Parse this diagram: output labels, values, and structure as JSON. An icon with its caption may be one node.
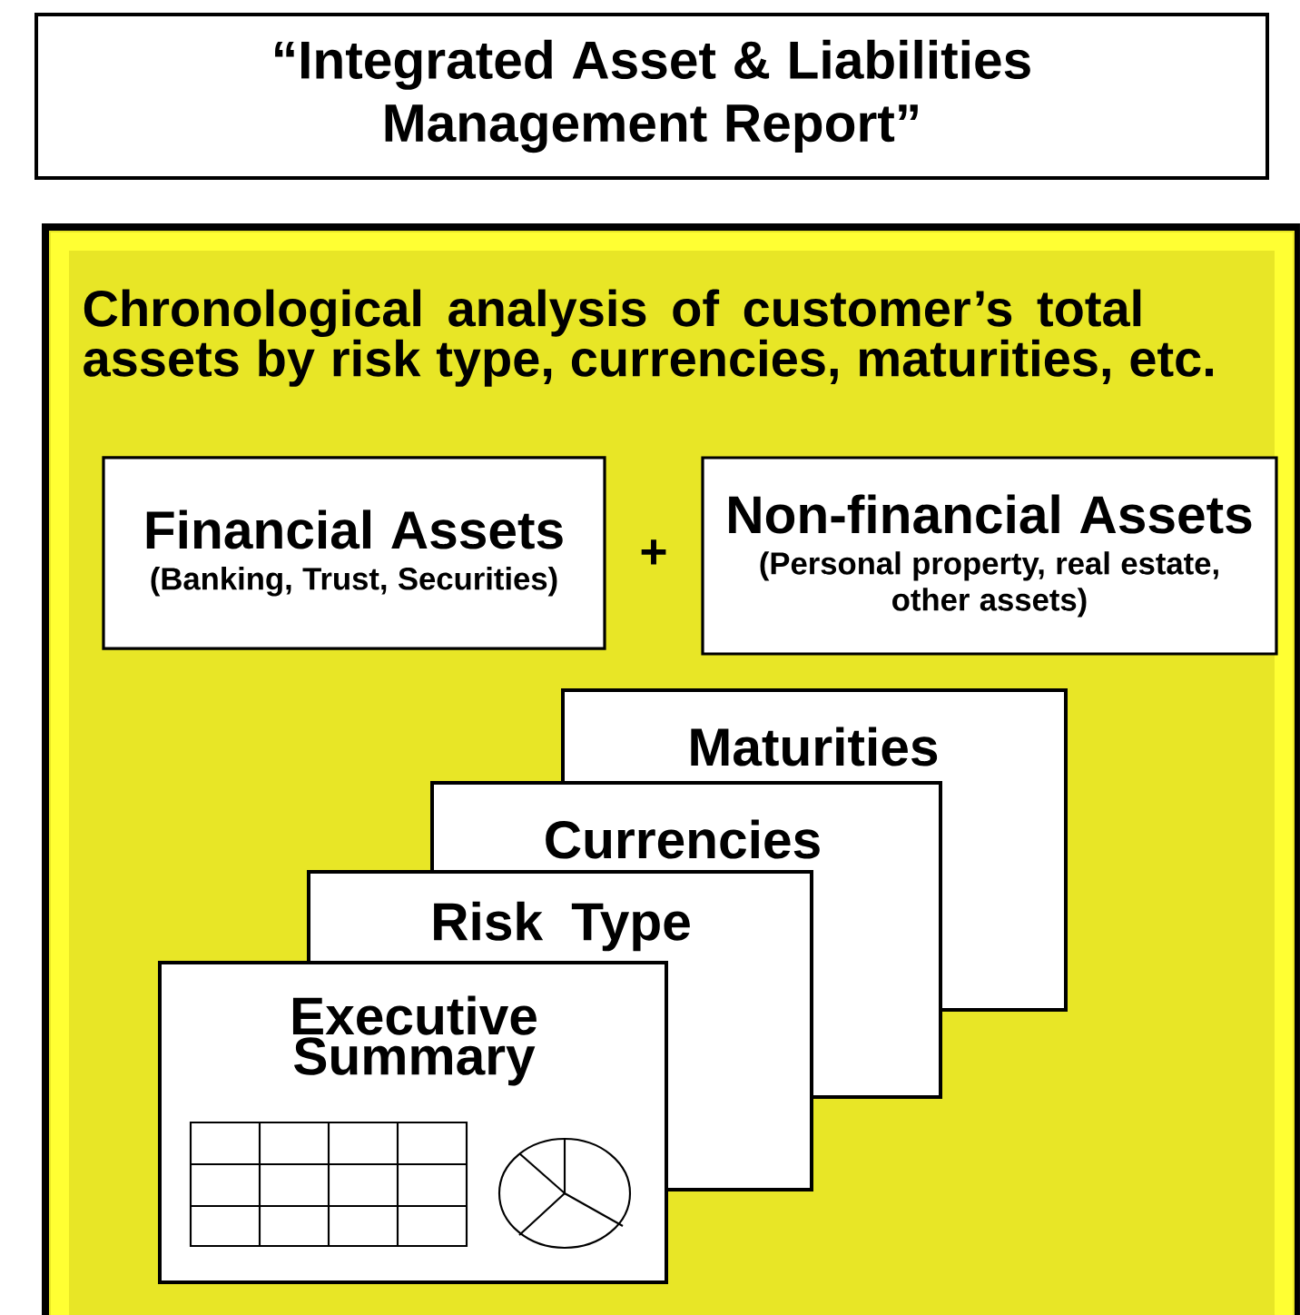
{
  "diagram": {
    "nodes": [
      {
        "text": [
          "“Integrated Asset & Liabilities Management Report”"
        ]
      },
      {
        "text": [
          "Chronological analysis of customer’s total assets by risk type, currencies, maturities, etc."
        ]
      },
      {
        "text": [
          "Financial Assets",
          "(Banking, Trust, Securities)"
        ],
        "in": 1
      },
      {
        "text": [
          "Non-financial Assets",
          "(Personal property, real estate, other assets)"
        ],
        "in": 1
      },
      {
        "text": [
          "Maturities"
        ],
        "in": 1
      },
      {
        "text": [
          "Currencies"
        ],
        "in": 1
      },
      {
        "text": [
          "Risk Type"
        ],
        "in": 1
      },
      {
        "text": [
          "Executive Summary"
        ],
        "in": 1
      }
    ],
    "labels": [
      "+"
    ]
  }
}
